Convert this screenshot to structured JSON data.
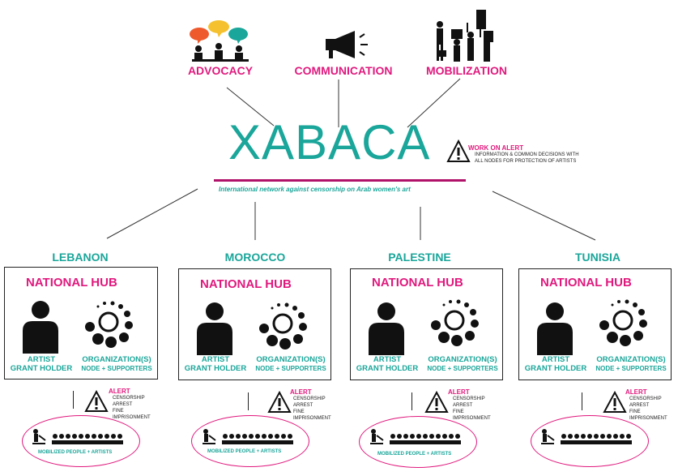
{
  "top_items": [
    {
      "label": "ADVOCACY",
      "icon": "speech-bubbles-meeting-icon"
    },
    {
      "label": "COMMUNICATION",
      "icon": "megaphone-icon"
    },
    {
      "label": "MOBILIZATION",
      "icon": "protesters-with-signs-icon"
    }
  ],
  "brand": {
    "title": "XABACA",
    "tagline": "International network against censorship on Arab women's art"
  },
  "work_on_alert": {
    "title": "WORK ON ALERT",
    "text": "INFORMATION & COMMON DECISIONS WITH ALL NODES FOR PROTECTION OF ARTISTS"
  },
  "hubs": [
    {
      "country": "LEBANON",
      "title": "NATIONAL HUB",
      "artist_line1": "ARTIST",
      "artist_line2": "GRANT HOLDER",
      "org_line1": "ORGANIZATION(S)",
      "org_line2": "NODE + SUPPORTERS",
      "alert_title": "ALERT",
      "alert_items": [
        "CENSORSHIP",
        "ARREST",
        "FINE",
        "IMPRISONMENT"
      ],
      "mobilized": "MOBILIZED PEOPLE + ARTISTS"
    },
    {
      "country": "MOROCCO",
      "title": "NATIONAL HUB",
      "artist_line1": "ARTIST",
      "artist_line2": "GRANT HOLDER",
      "org_line1": "ORGANIZATION(S)",
      "org_line2": "NODE + SUPPORTERS",
      "alert_title": "ALERT",
      "alert_items": [
        "CENSORSHIP",
        "ARREST",
        "FINE",
        "IMPRISONMENT"
      ],
      "mobilized": "MOBILIZED PEOPLE + ARTISTS"
    },
    {
      "country": "PALESTINE",
      "title": "NATIONAL HUB",
      "artist_line1": "ARTIST",
      "artist_line2": "GRANT HOLDER",
      "org_line1": "ORGANIZATION(S)",
      "org_line2": "NODE + SUPPORTERS",
      "alert_title": "ALERT",
      "alert_items": [
        "CENSORSHIP",
        "ARREST",
        "FINE",
        "IMPRISONMENT"
      ],
      "mobilized": "MOBILIZED PEOPLE + ARTISTS"
    },
    {
      "country": "TUNISIA",
      "title": "NATIONAL HUB",
      "artist_line1": "ARTIST",
      "artist_line2": "GRANT HOLDER",
      "org_line1": "ORGANIZATION(S)",
      "org_line2": "NODE + SUPPORTERS",
      "alert_title": "ALERT",
      "alert_items": [
        "CENSORSHIP",
        "ARREST",
        "FINE",
        "IMPRISONMENT"
      ],
      "mobilized": ""
    }
  ],
  "colors": {
    "magenta": "#e0197d",
    "teal": "#1aa69a",
    "dark_magenta": "#b0126a",
    "ink": "#111111"
  }
}
